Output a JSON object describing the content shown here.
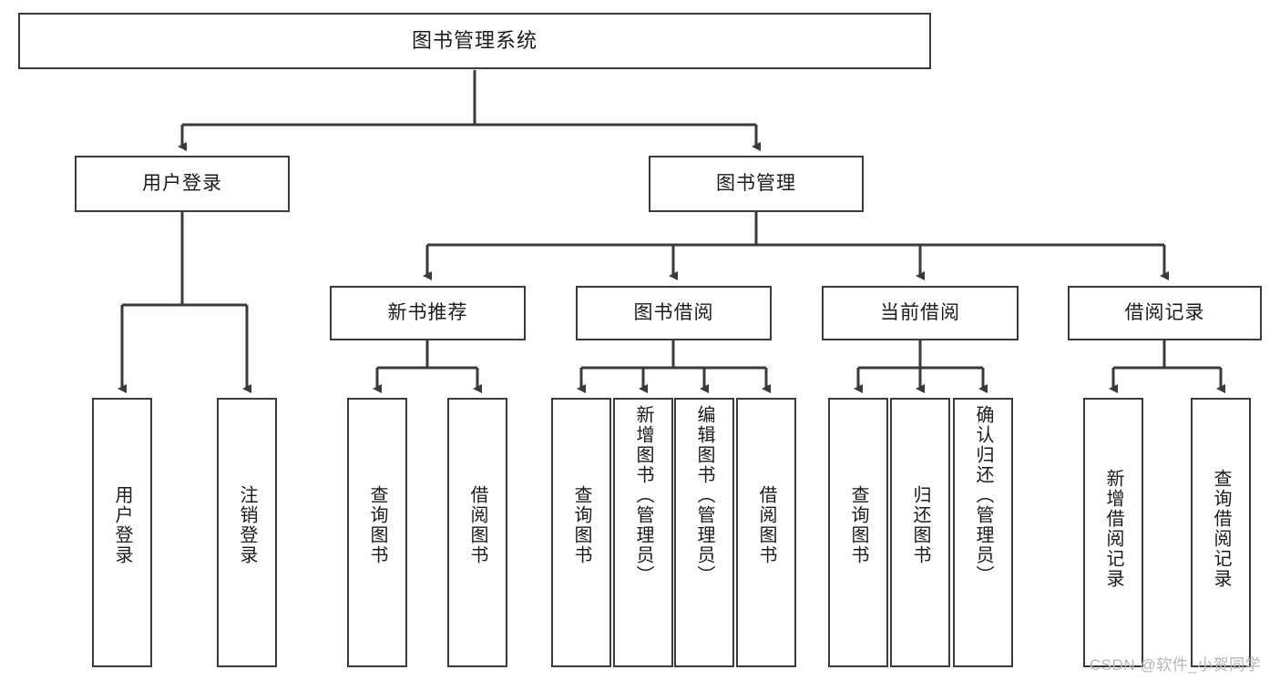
{
  "diagram": {
    "title": "图书管理系统",
    "type": "hierarchy-tree",
    "watermark": "CSDN @软件_小贺同学",
    "colors": {
      "stroke": "#3a3a3a",
      "fill": "#ffffff",
      "text": "#1b1b1b",
      "watermark": "#b6b6b6"
    },
    "nodes": {
      "root": {
        "label": "图书管理系统"
      },
      "level2": [
        {
          "label": "用户登录"
        },
        {
          "label": "图书管理"
        }
      ],
      "level3": [
        {
          "label": "新书推荐"
        },
        {
          "label": "图书借阅"
        },
        {
          "label": "当前借阅"
        },
        {
          "label": "借阅记录"
        }
      ],
      "leaves_user_login": [
        {
          "label": "用户登录"
        },
        {
          "label": "注销登录"
        }
      ],
      "leaves_new_book": [
        {
          "label": "查询图书"
        },
        {
          "label": "借阅图书"
        }
      ],
      "leaves_borrow": [
        {
          "label": "查询图书"
        },
        {
          "label": "新增图书（管理员）"
        },
        {
          "label": "编辑图书（管理员）"
        },
        {
          "label": "借阅图书"
        }
      ],
      "leaves_current": [
        {
          "label": "查询图书"
        },
        {
          "label": "归还图书"
        },
        {
          "label": "确认归还（管理员）"
        }
      ],
      "leaves_records": [
        {
          "label": "新增借阅记录"
        },
        {
          "label": "查询借阅记录"
        }
      ]
    }
  }
}
